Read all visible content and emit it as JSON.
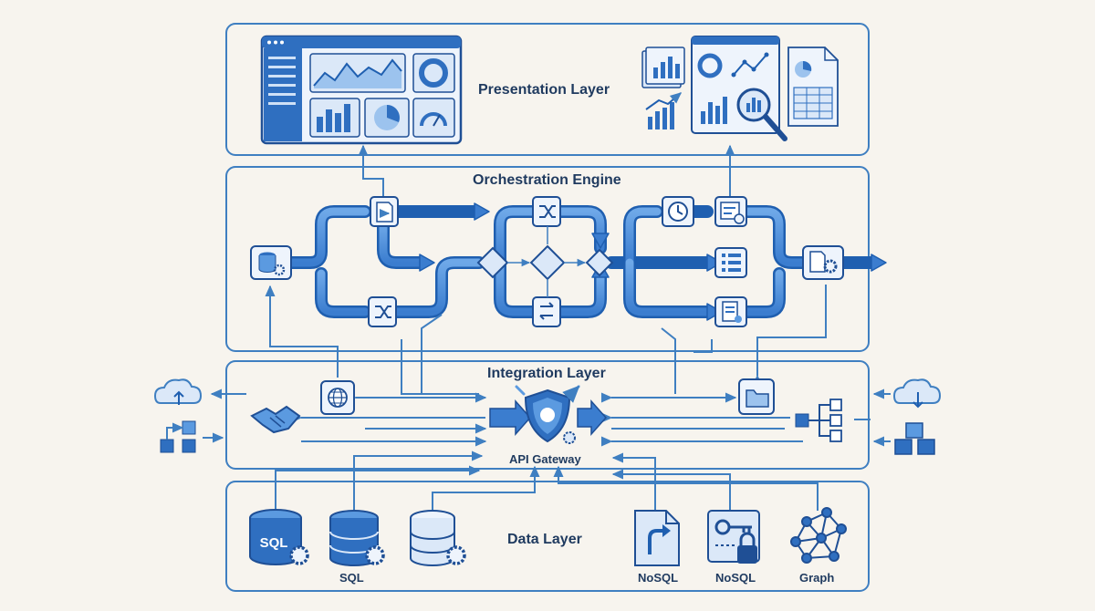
{
  "layers": {
    "presentation": "Presentation Layer",
    "orchestration": "Orchestration Engine",
    "integration": "Integration Layer",
    "data": "Data Layer"
  },
  "gateway": {
    "label": "API Gateway"
  },
  "data_stores": [
    {
      "icon": "sql-database-gear-icon",
      "badge": "SQL",
      "caption": "SQL"
    },
    {
      "icon": "database-gear-icon",
      "badge": "",
      "caption": ""
    },
    {
      "icon": "database-gear-icon",
      "badge": "",
      "caption": ""
    },
    {
      "icon": "document-redirect-icon",
      "badge": "",
      "caption": "NoSQL"
    },
    {
      "icon": "key-lock-store-icon",
      "badge": "",
      "caption": "NoSQL"
    },
    {
      "icon": "graph-network-icon",
      "badge": "",
      "caption": "Graph"
    }
  ],
  "colors": {
    "background": "#f7f4ee",
    "border": "#3f7fc1",
    "accent": "#2f6fc0",
    "arrow_fill": "#5b9ae0",
    "light_fill": "#dbe8f8",
    "title_text": "#1f3a5f"
  },
  "icons": [
    "dashboard-window-icon",
    "report-stack-icon",
    "analytics-sheet-icon",
    "magnifier-icon",
    "pie-report-icon",
    "database-gear-icon",
    "workflow-task-icon",
    "shuffle-icon",
    "decision-diamond-icon",
    "clock-icon",
    "schedule-icon",
    "list-icon",
    "checklist-icon",
    "output-gear-icon",
    "globe-icon",
    "handshake-icon",
    "cloud-sync-icon",
    "hierarchy-icon",
    "folder-icon",
    "cubes-icon",
    "shield-icon"
  ]
}
